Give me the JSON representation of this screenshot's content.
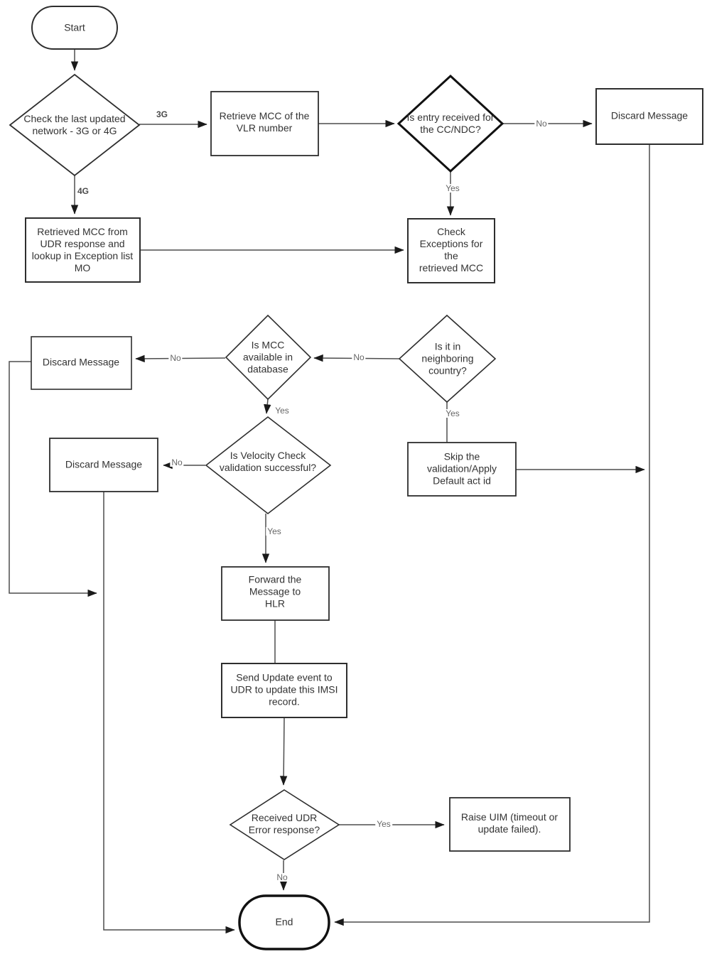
{
  "diagram": {
    "type": "flowchart",
    "nodes": {
      "start": {
        "label": "Start",
        "type": "terminator"
      },
      "check_network": {
        "label": "Check the last updated\nnetwork - 3G or 4G",
        "type": "decision"
      },
      "retrieve_mcc_vlr": {
        "label": "Retrieve MCC of the\nVLR number",
        "type": "process"
      },
      "entry_received": {
        "label": "Is entry received for\nthe CC/NDC?",
        "type": "decision"
      },
      "discard_top": {
        "label": "Discard Message",
        "type": "process"
      },
      "retrieved_mcc_udr": {
        "label": "Retrieved MCC from\nUDR response and\nlookup in Exception list\nMO",
        "type": "process"
      },
      "check_exceptions": {
        "label": "Check\nExceptions for\nthe\nretrieved MCC",
        "type": "process"
      },
      "neighboring_country": {
        "label": "Is it in\nneighboring\ncountry?",
        "type": "decision"
      },
      "mcc_available": {
        "label": "Is MCC\navailable in\ndatabase",
        "type": "decision"
      },
      "discard_left": {
        "label": "Discard Message",
        "type": "process"
      },
      "skip_validation": {
        "label": "Skip the\nvalidation/Apply\nDefault act id",
        "type": "process"
      },
      "velocity_check": {
        "label": "Is Velocity Check\nvalidation successful?",
        "type": "decision"
      },
      "discard_mid": {
        "label": "Discard Message",
        "type": "process"
      },
      "forward_hlr": {
        "label": "Forward the\nMessage to\nHLR",
        "type": "process"
      },
      "send_update": {
        "label": "Send Update event to\nUDR to update this IMSI\nrecord.",
        "type": "process"
      },
      "udr_error": {
        "label": "Received UDR\nError response?",
        "type": "decision"
      },
      "raise_uim": {
        "label": "Raise UIM (timeout or\nupdate failed).",
        "type": "process"
      },
      "end": {
        "label": "End",
        "type": "terminator"
      }
    },
    "edge_labels": {
      "net_3g": "3G",
      "net_4g": "4G",
      "entry_no": "No",
      "entry_yes": "Yes",
      "neighbor_no": "No",
      "neighbor_yes": "Yes",
      "mcc_no": "No",
      "mcc_yes": "Yes",
      "velocity_no": "No",
      "velocity_yes": "Yes",
      "udr_yes": "Yes",
      "udr_no": "No"
    },
    "colors": {
      "background": "#ffffff",
      "line": "#4d4d4d",
      "shape_stroke": "#2e2e2e",
      "emphasis_stroke": "#111111",
      "arrowhead": "#1a1a1a",
      "node_text": "#333333",
      "edge_label_text": "#666666"
    }
  }
}
